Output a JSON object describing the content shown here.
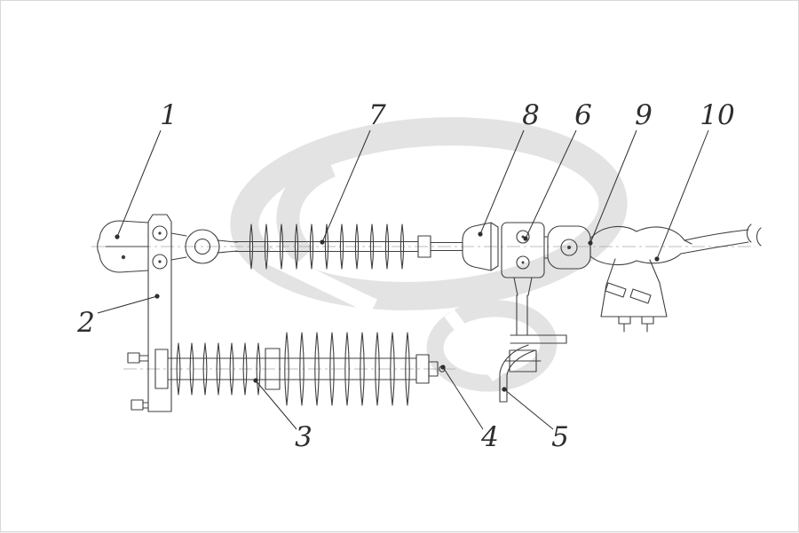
{
  "colors": {
    "background": "#ffffff",
    "line": "#3f3f3f",
    "watermark": "#e3e3e3",
    "callout": "#2e2e2e"
  },
  "callouts": [
    {
      "label": "1"
    },
    {
      "label": "2"
    },
    {
      "label": "3"
    },
    {
      "label": "4"
    },
    {
      "label": "5"
    },
    {
      "label": "6"
    },
    {
      "label": "7"
    },
    {
      "label": "8"
    },
    {
      "label": "9"
    },
    {
      "label": "10"
    }
  ]
}
